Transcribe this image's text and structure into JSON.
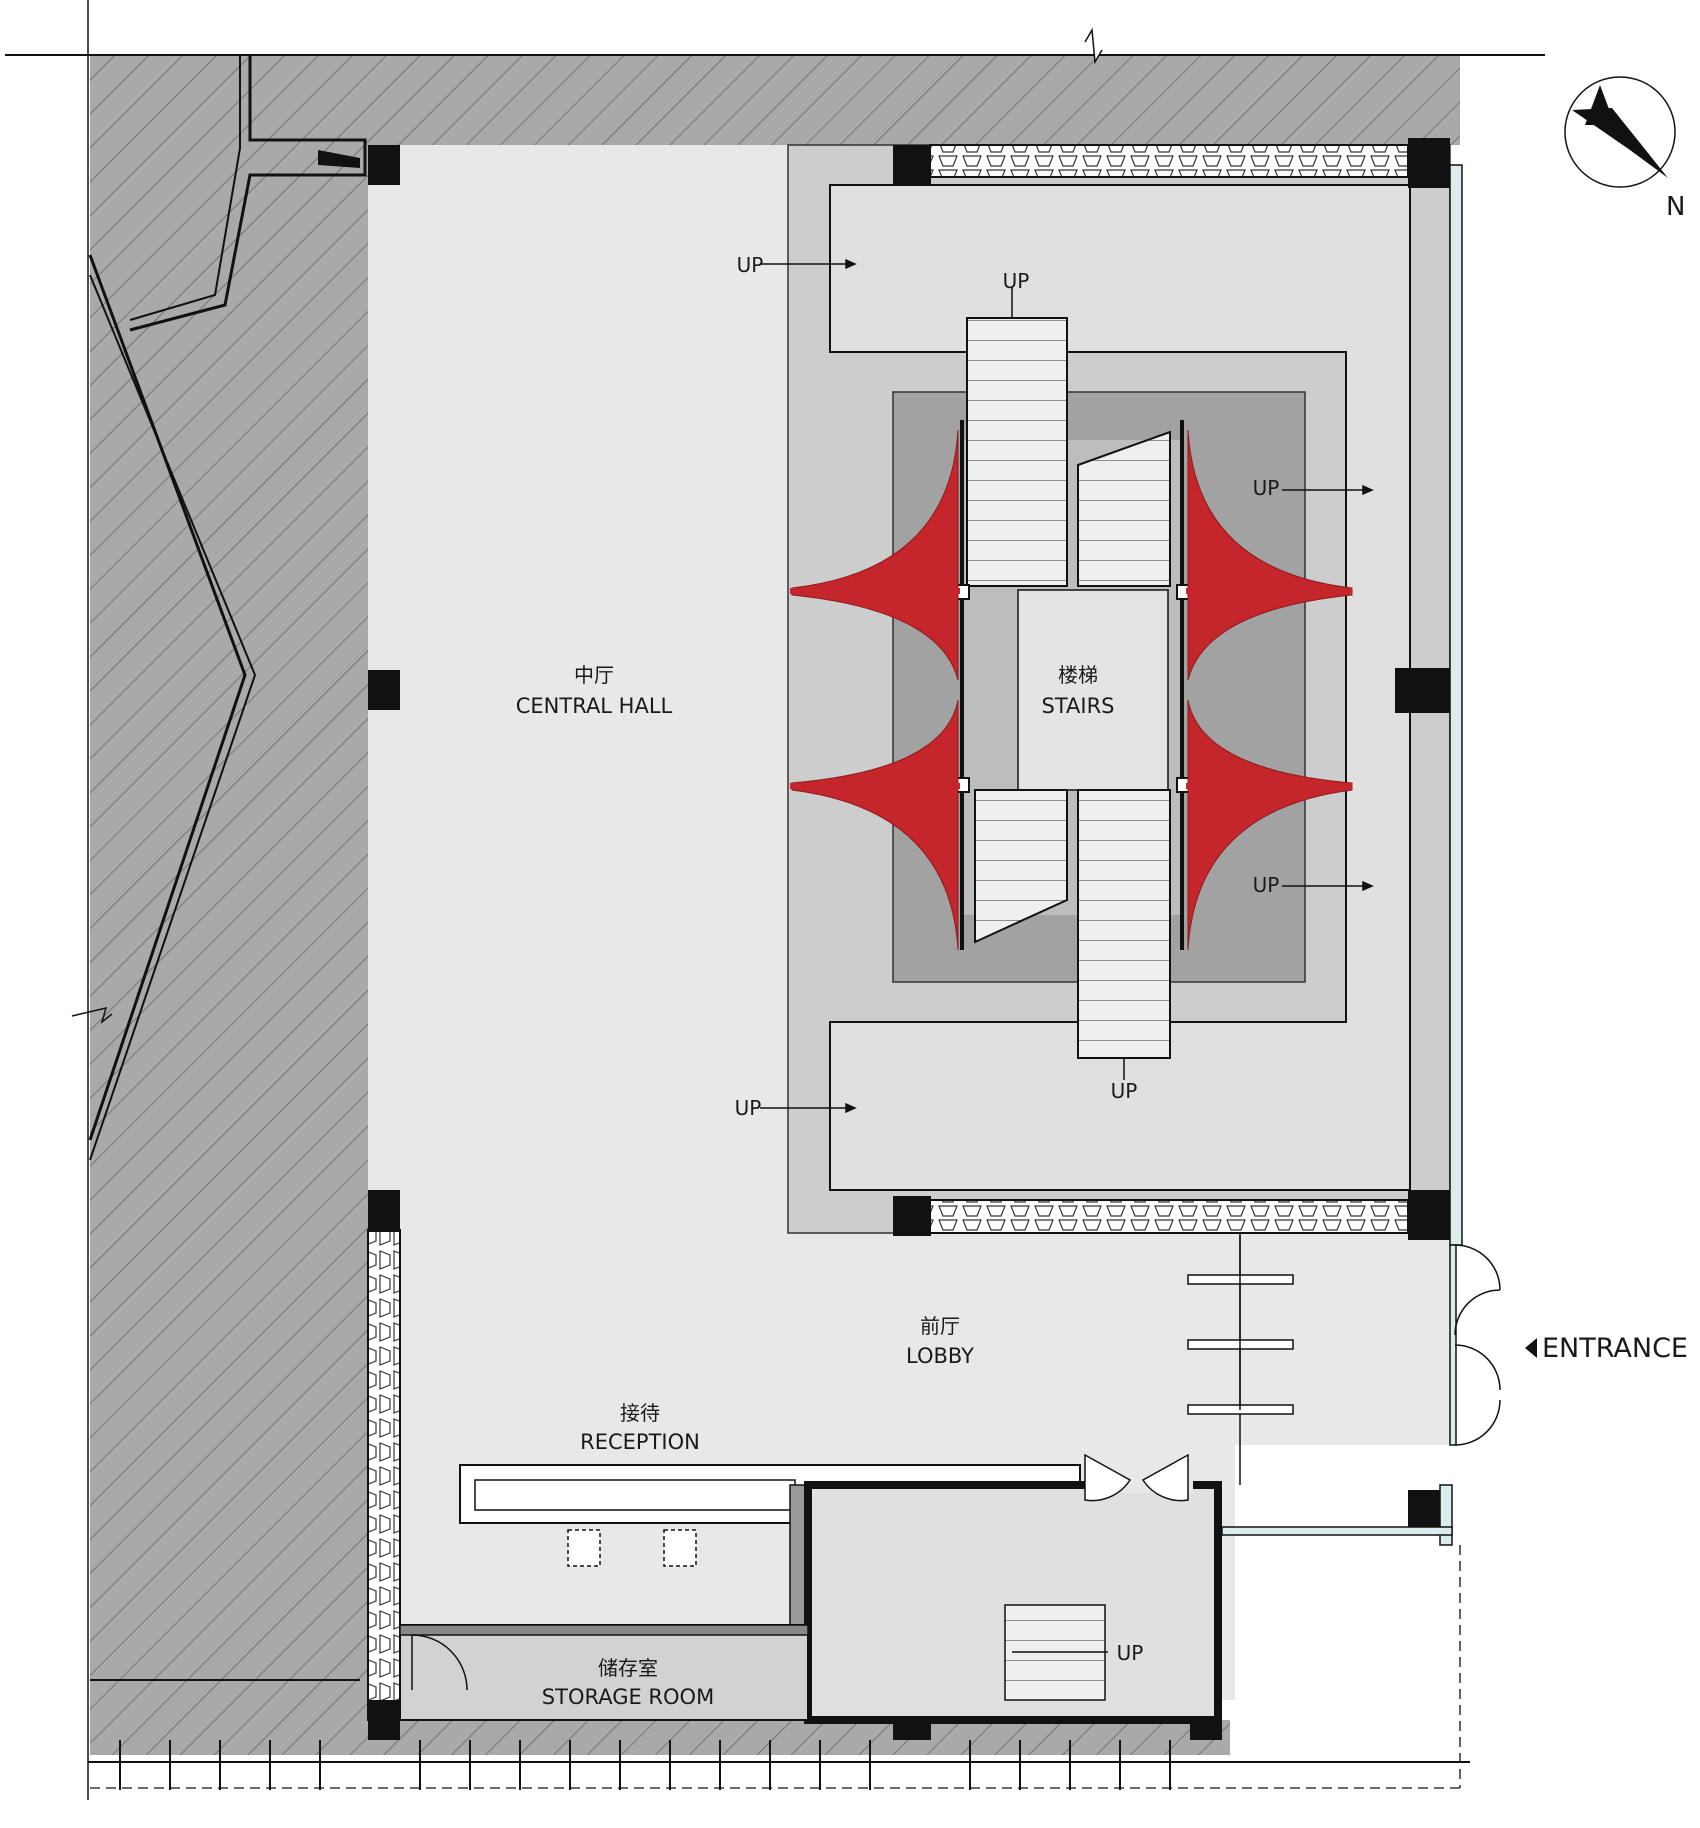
{
  "rooms": {
    "central_hall": {
      "cn": "中厅",
      "en": "CENTRAL HALL"
    },
    "stairs": {
      "cn": "楼梯",
      "en": "STAIRS"
    },
    "lobby": {
      "cn": "前厅",
      "en": "LOBBY"
    },
    "reception": {
      "cn": "接待",
      "en": "RECEPTION"
    },
    "storage": {
      "cn": "储存室",
      "en": "STORAGE ROOM"
    }
  },
  "stair_up_label": "UP",
  "entrance_label": "ENTRANCE",
  "north_label": "N",
  "colors": {
    "hatch_bg": "#a9a9a9",
    "hall_floor": "#e8e8e8",
    "stair_outer": "#cdcdcd",
    "stair_mid": "#bdbdbd",
    "stair_inner": "#a2a2a2",
    "sculpture_red": "#c4262b",
    "wall": "#111111"
  },
  "icons": [
    "north-arrow-icon",
    "entrance-arrow-icon",
    "up-arrow-icon"
  ]
}
